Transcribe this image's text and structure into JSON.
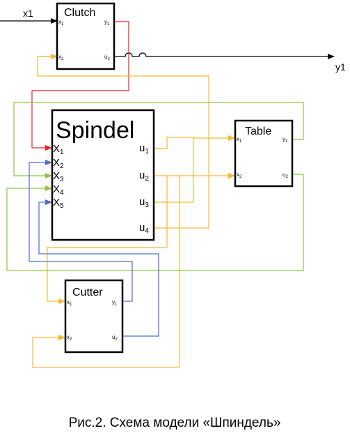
{
  "blocks": {
    "clutch": {
      "title": "Clutch",
      "in": [
        "x",
        "x"
      ],
      "in_sub": [
        "1",
        "2"
      ],
      "out": [
        "y",
        "u"
      ],
      "out_sub": [
        "1",
        "2"
      ]
    },
    "spindel": {
      "title": "Spindel",
      "in": [
        "X",
        "X",
        "X",
        "X",
        "X"
      ],
      "in_sub": [
        "1",
        "2",
        "3",
        "4",
        "5"
      ],
      "out": [
        "u",
        "u",
        "u",
        "u"
      ],
      "out_sub": [
        "1",
        "2",
        "3",
        "4"
      ]
    },
    "table": {
      "title": "Table",
      "in": [
        "x",
        "x"
      ],
      "in_sub": [
        "1",
        "2"
      ],
      "out": [
        "y",
        "u"
      ],
      "out_sub": [
        "1",
        "2"
      ]
    },
    "cutter": {
      "title": "Cutter",
      "in": [
        "x",
        "x"
      ],
      "in_sub": [
        "1",
        "2"
      ],
      "out": [
        "y",
        "u"
      ],
      "out_sub": [
        "1",
        "2"
      ]
    }
  },
  "signals": {
    "input": "x1",
    "output": "y1"
  },
  "caption": "Рис.2. Схема модели «Шпиндель»",
  "colors": {
    "red": "#e8222a",
    "orange": "#f7b733",
    "green": "#8cc63f",
    "blue": "#4a6fd0",
    "black": "#000000"
  }
}
